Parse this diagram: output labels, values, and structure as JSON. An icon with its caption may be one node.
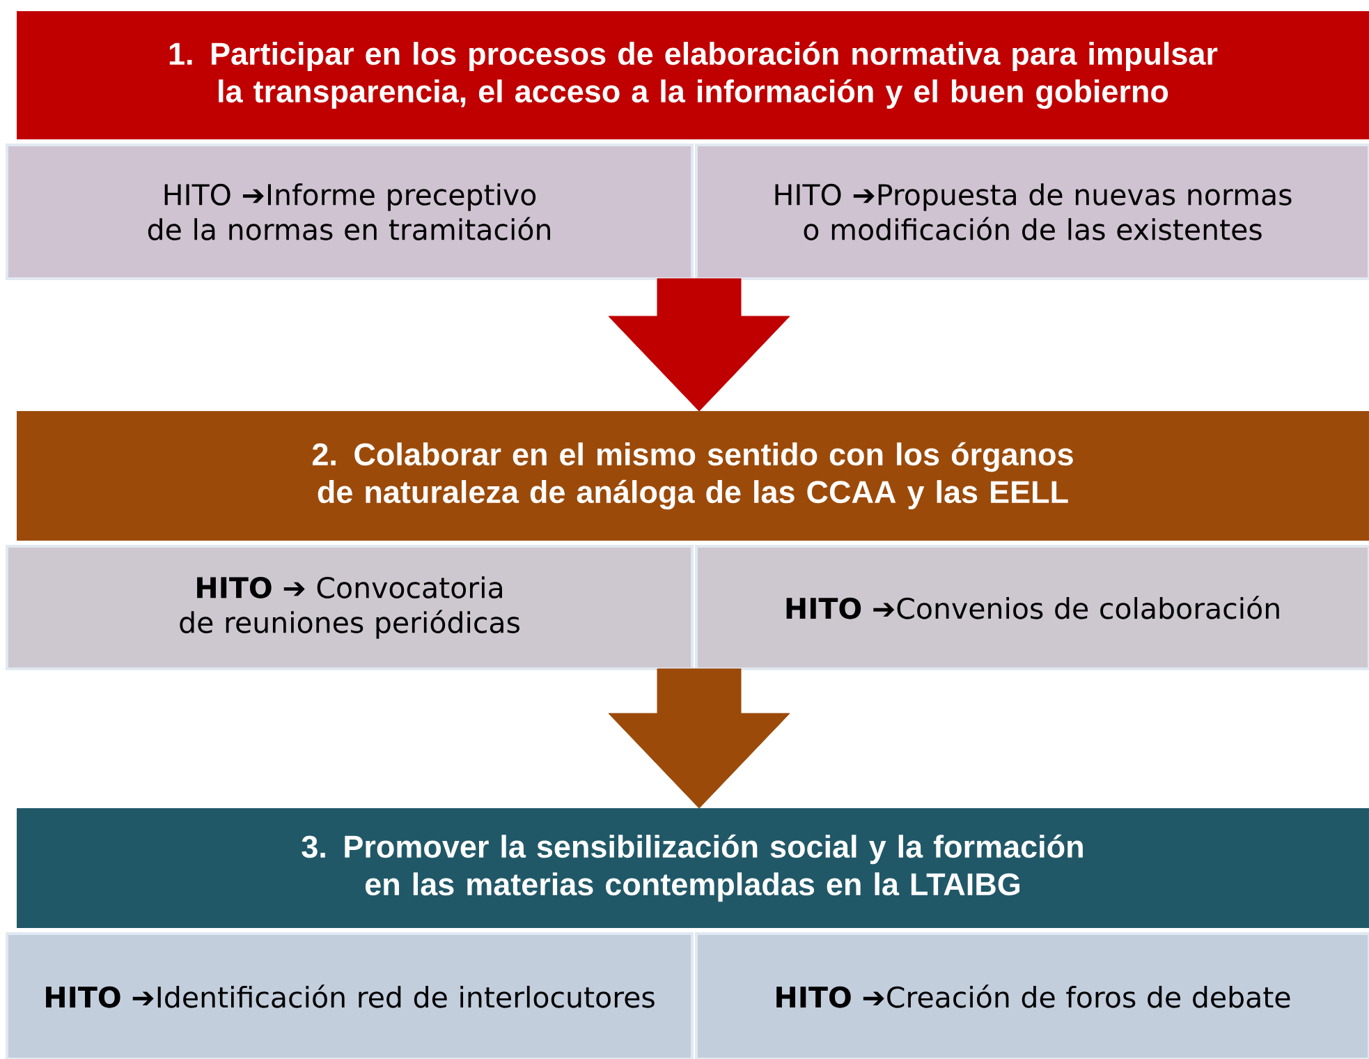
{
  "diagram": {
    "nodes": [
      {
        "text": [
          "1. Participar en los procesos de elaboración normativa para impulsar la transparencia, el acceso a la información  y  el buen gobierno"
        ]
      },
      {
        "text": [
          "HITO ➔Informe preceptivo de la normas en tramitación"
        ]
      },
      {
        "text": [
          "HITO ➔Propuesta de nuevas normas o modificación de las existentes"
        ]
      },
      {
        "text": [
          "2. Colaborar en el mismo sentido con los órganos  de naturaleza de análoga de las  CCAA y las EELL"
        ]
      },
      {
        "text": [
          "**HITO** ➔ Convocatoria de reuniones periódicas"
        ]
      },
      {
        "text": [
          "**HITO**  ➔Convenios de colaboración"
        ]
      },
      {
        "text": [
          "3. Promover la sensibilización social y la formación en las materias contempladas en la LTAIBG"
        ]
      },
      {
        "text": [
          "**HITO**  ➔Identificación red de interlocutores"
        ]
      },
      {
        "text": [
          "**HITO** ➔Creación de foros de debate"
        ]
      }
    ],
    "edges": [
      {
        "from": 1,
        "to": 3,
        "arrow": "to",
        "color": "#c00000"
      },
      {
        "from": 4,
        "to": 6,
        "arrow": "to",
        "color": "#9c4a0a"
      }
    ]
  }
}
